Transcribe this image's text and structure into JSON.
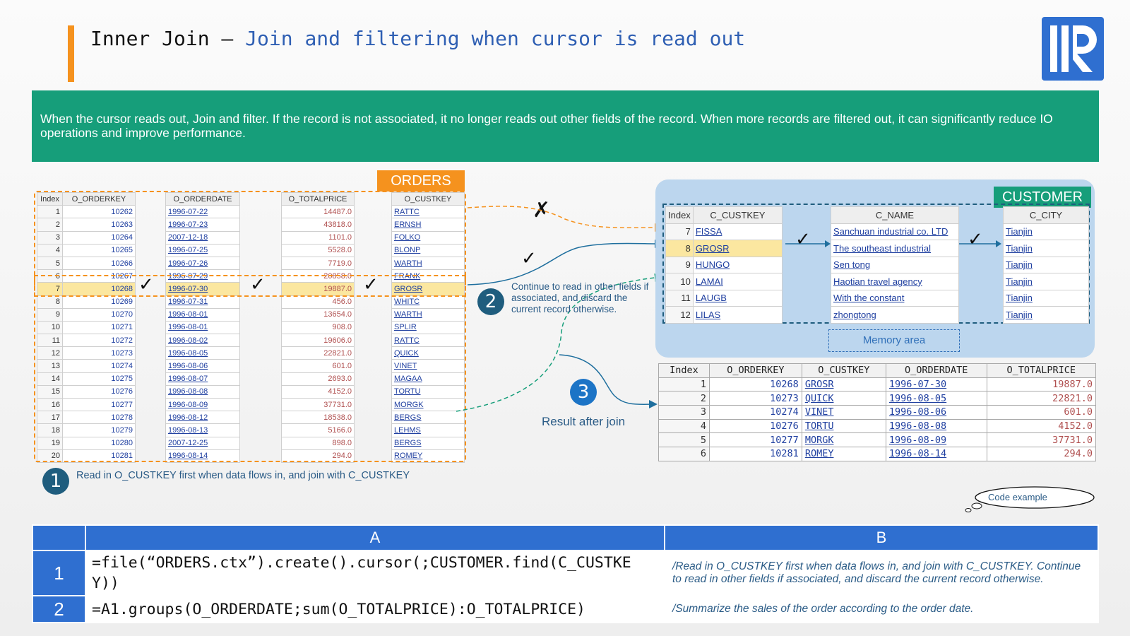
{
  "title": {
    "main": "Inner Join – ",
    "sub": "Join and filtering when cursor is read out"
  },
  "banner": "When the cursor reads out, Join and filter. If the record is not associated, it no longer reads out other fields of the record. When more records are filtered out, it can significantly reduce IO operations and improve performance.",
  "orders": {
    "tag": "ORDERS",
    "headers": {
      "index": "Index",
      "orderkey": "O_ORDERKEY",
      "orderdate": "O_ORDERDATE",
      "totalprice": "O_TOTALPRICE",
      "custkey": "O_CUSTKEY"
    },
    "rows": [
      [
        "1",
        "10262",
        "1996-07-22",
        "14487.0",
        "RATTC"
      ],
      [
        "2",
        "10263",
        "1996-07-23",
        "43818.0",
        "ERNSH"
      ],
      [
        "3",
        "10264",
        "2007-12-18",
        "1101.0",
        "FOLKO"
      ],
      [
        "4",
        "10265",
        "1996-07-25",
        "5528.0",
        "BLONP"
      ],
      [
        "5",
        "10266",
        "1996-07-26",
        "7719.0",
        "WARTH"
      ],
      [
        "6",
        "10267",
        "1996-07-29",
        "20858.0",
        "FRANK"
      ],
      [
        "7",
        "10268",
        "1996-07-30",
        "19887.0",
        "GROSR"
      ],
      [
        "8",
        "10269",
        "1996-07-31",
        "456.0",
        "WHITC"
      ],
      [
        "9",
        "10270",
        "1996-08-01",
        "13654.0",
        "WARTH"
      ],
      [
        "10",
        "10271",
        "1996-08-01",
        "908.0",
        "SPLIR"
      ],
      [
        "11",
        "10272",
        "1996-08-02",
        "19606.0",
        "RATTC"
      ],
      [
        "12",
        "10273",
        "1996-08-05",
        "22821.0",
        "QUICK"
      ],
      [
        "13",
        "10274",
        "1996-08-06",
        "601.0",
        "VINET"
      ],
      [
        "14",
        "10275",
        "1996-08-07",
        "2693.0",
        "MAGAA"
      ],
      [
        "15",
        "10276",
        "1996-08-08",
        "4152.0",
        "TORTU"
      ],
      [
        "16",
        "10277",
        "1996-08-09",
        "37731.0",
        "MORGK"
      ],
      [
        "17",
        "10278",
        "1996-08-12",
        "18538.0",
        "BERGS"
      ],
      [
        "18",
        "10279",
        "1996-08-13",
        "5166.0",
        "LEHMS"
      ],
      [
        "19",
        "10280",
        "2007-12-25",
        "898.0",
        "BERGS"
      ],
      [
        "20",
        "10281",
        "1996-08-14",
        "294.0",
        "ROMEY"
      ]
    ]
  },
  "customer": {
    "tag": "CUSTOMER",
    "headers": {
      "index": "Index",
      "custkey": "C_CUSTKEY",
      "name": "C_NAME",
      "city": "C_CITY"
    },
    "rows": [
      [
        "7",
        "FISSA",
        "Sanchuan industrial co. LTD",
        "Tianjin"
      ],
      [
        "8",
        "GROSR",
        "The southeast industrial",
        "Tianjin"
      ],
      [
        "9",
        "HUNGO",
        "Sen tong",
        "Tianjin"
      ],
      [
        "10",
        "LAMAI",
        "Haotian travel agency",
        "Tianjin"
      ],
      [
        "11",
        "LAUGB",
        "With the constant",
        "Tianjin"
      ],
      [
        "12",
        "LILAS",
        "zhongtong",
        "Tianjin"
      ]
    ],
    "memory_label": "Memory area"
  },
  "result": {
    "headers": [
      "Index",
      "O_ORDERKEY",
      "O_CUSTKEY",
      "O_ORDERDATE",
      "O_TOTALPRICE"
    ],
    "rows": [
      [
        "1",
        "10268",
        "GROSR",
        "1996-07-30",
        "19887.0"
      ],
      [
        "2",
        "10273",
        "QUICK",
        "1996-08-05",
        "22821.0"
      ],
      [
        "3",
        "10274",
        "VINET",
        "1996-08-06",
        "601.0"
      ],
      [
        "4",
        "10276",
        "TORTU",
        "1996-08-08",
        "4152.0"
      ],
      [
        "5",
        "10277",
        "MORGK",
        "1996-08-09",
        "37731.0"
      ],
      [
        "6",
        "10281",
        "ROMEY",
        "1996-08-14",
        "294.0"
      ]
    ]
  },
  "steps": {
    "s1": {
      "num": "1",
      "text": "Read in O_CUSTKEY first when data flows in, and join with C_CUSTKEY"
    },
    "s2": {
      "num": "2",
      "text": "Continue to read in other fields if associated, and discard the current record otherwise."
    },
    "s3": {
      "num": "3",
      "text": "Result after join"
    }
  },
  "marks": {
    "check": "✓",
    "cross": "✗"
  },
  "code_example": "Code example",
  "code": {
    "col_a": "A",
    "col_b": "B",
    "rows": [
      {
        "num": "1",
        "expr": "=file(“ORDERS.ctx”).create().cursor(;CUSTOMER.find(C_CUSTKEY))",
        "comment": "/Read in O_CUSTKEY first when data flows in, and join with C_CUSTKEY. Continue to read in other fields if associated, and discard the current record otherwise."
      },
      {
        "num": "2",
        "expr": "=A1.groups(O_ORDERDATE;sum(O_TOTALPRICE):O_TOTALPRICE)",
        "comment": "/Summarize the sales of the order according to the order date."
      }
    ]
  },
  "colors": {
    "orange": "#f5921e",
    "green": "#169e7a",
    "blue": "#2f6fd0",
    "navy": "#1f5d7e",
    "highlight": "#fbe7a0"
  }
}
